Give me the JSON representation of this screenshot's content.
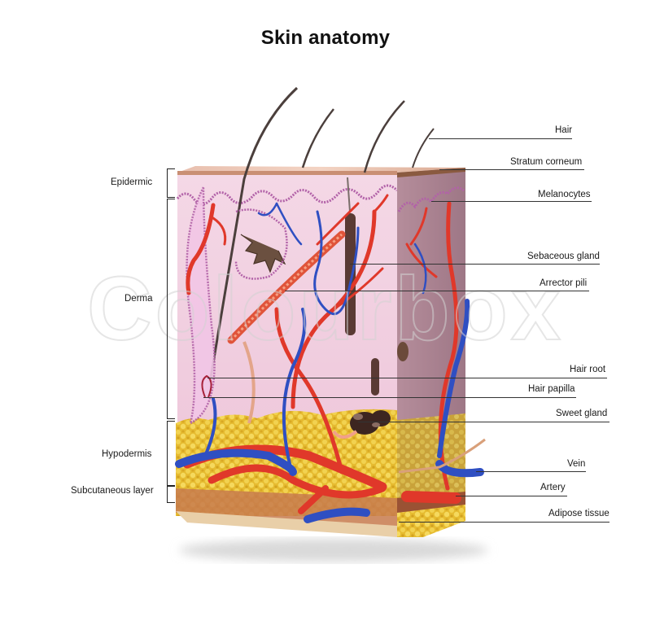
{
  "title": "Skin anatomy",
  "watermark": "Colourbox",
  "colors": {
    "skin_pink": "#f3d4e4",
    "skin_side": "#a98290",
    "stratum_top": "#e4b5a0",
    "stratum_edge": "#8a5a40",
    "artery": "#e0382a",
    "vein": "#2f4fc2",
    "fat": "#e9c23a",
    "hair": "#4b3f3c",
    "leader_line": "#333333",
    "text": "#111111"
  },
  "left_labels": [
    {
      "id": "epidermic",
      "text": "Epidermic"
    },
    {
      "id": "derma",
      "text": "Derma"
    },
    {
      "id": "hypodermis",
      "text": "Hypodermis"
    },
    {
      "id": "subcutaneous",
      "text": "Subcutaneous layer"
    }
  ],
  "right_labels": [
    {
      "id": "hair",
      "text": "Hair"
    },
    {
      "id": "stratum-corneum",
      "text": "Stratum corneum"
    },
    {
      "id": "melanocytes",
      "text": "Melanocytes"
    },
    {
      "id": "sebaceous-gland",
      "text": "Sebaceous gland"
    },
    {
      "id": "arrector-pili",
      "text": "Arrector pili"
    },
    {
      "id": "hair-root",
      "text": "Hair root"
    },
    {
      "id": "hair-papilla",
      "text": "Hair papilla"
    },
    {
      "id": "sweet-gland",
      "text": "Sweet gland"
    },
    {
      "id": "vein",
      "text": "Vein"
    },
    {
      "id": "artery",
      "text": "Artery"
    },
    {
      "id": "adipose-tissue",
      "text": "Adipose tissue"
    }
  ]
}
